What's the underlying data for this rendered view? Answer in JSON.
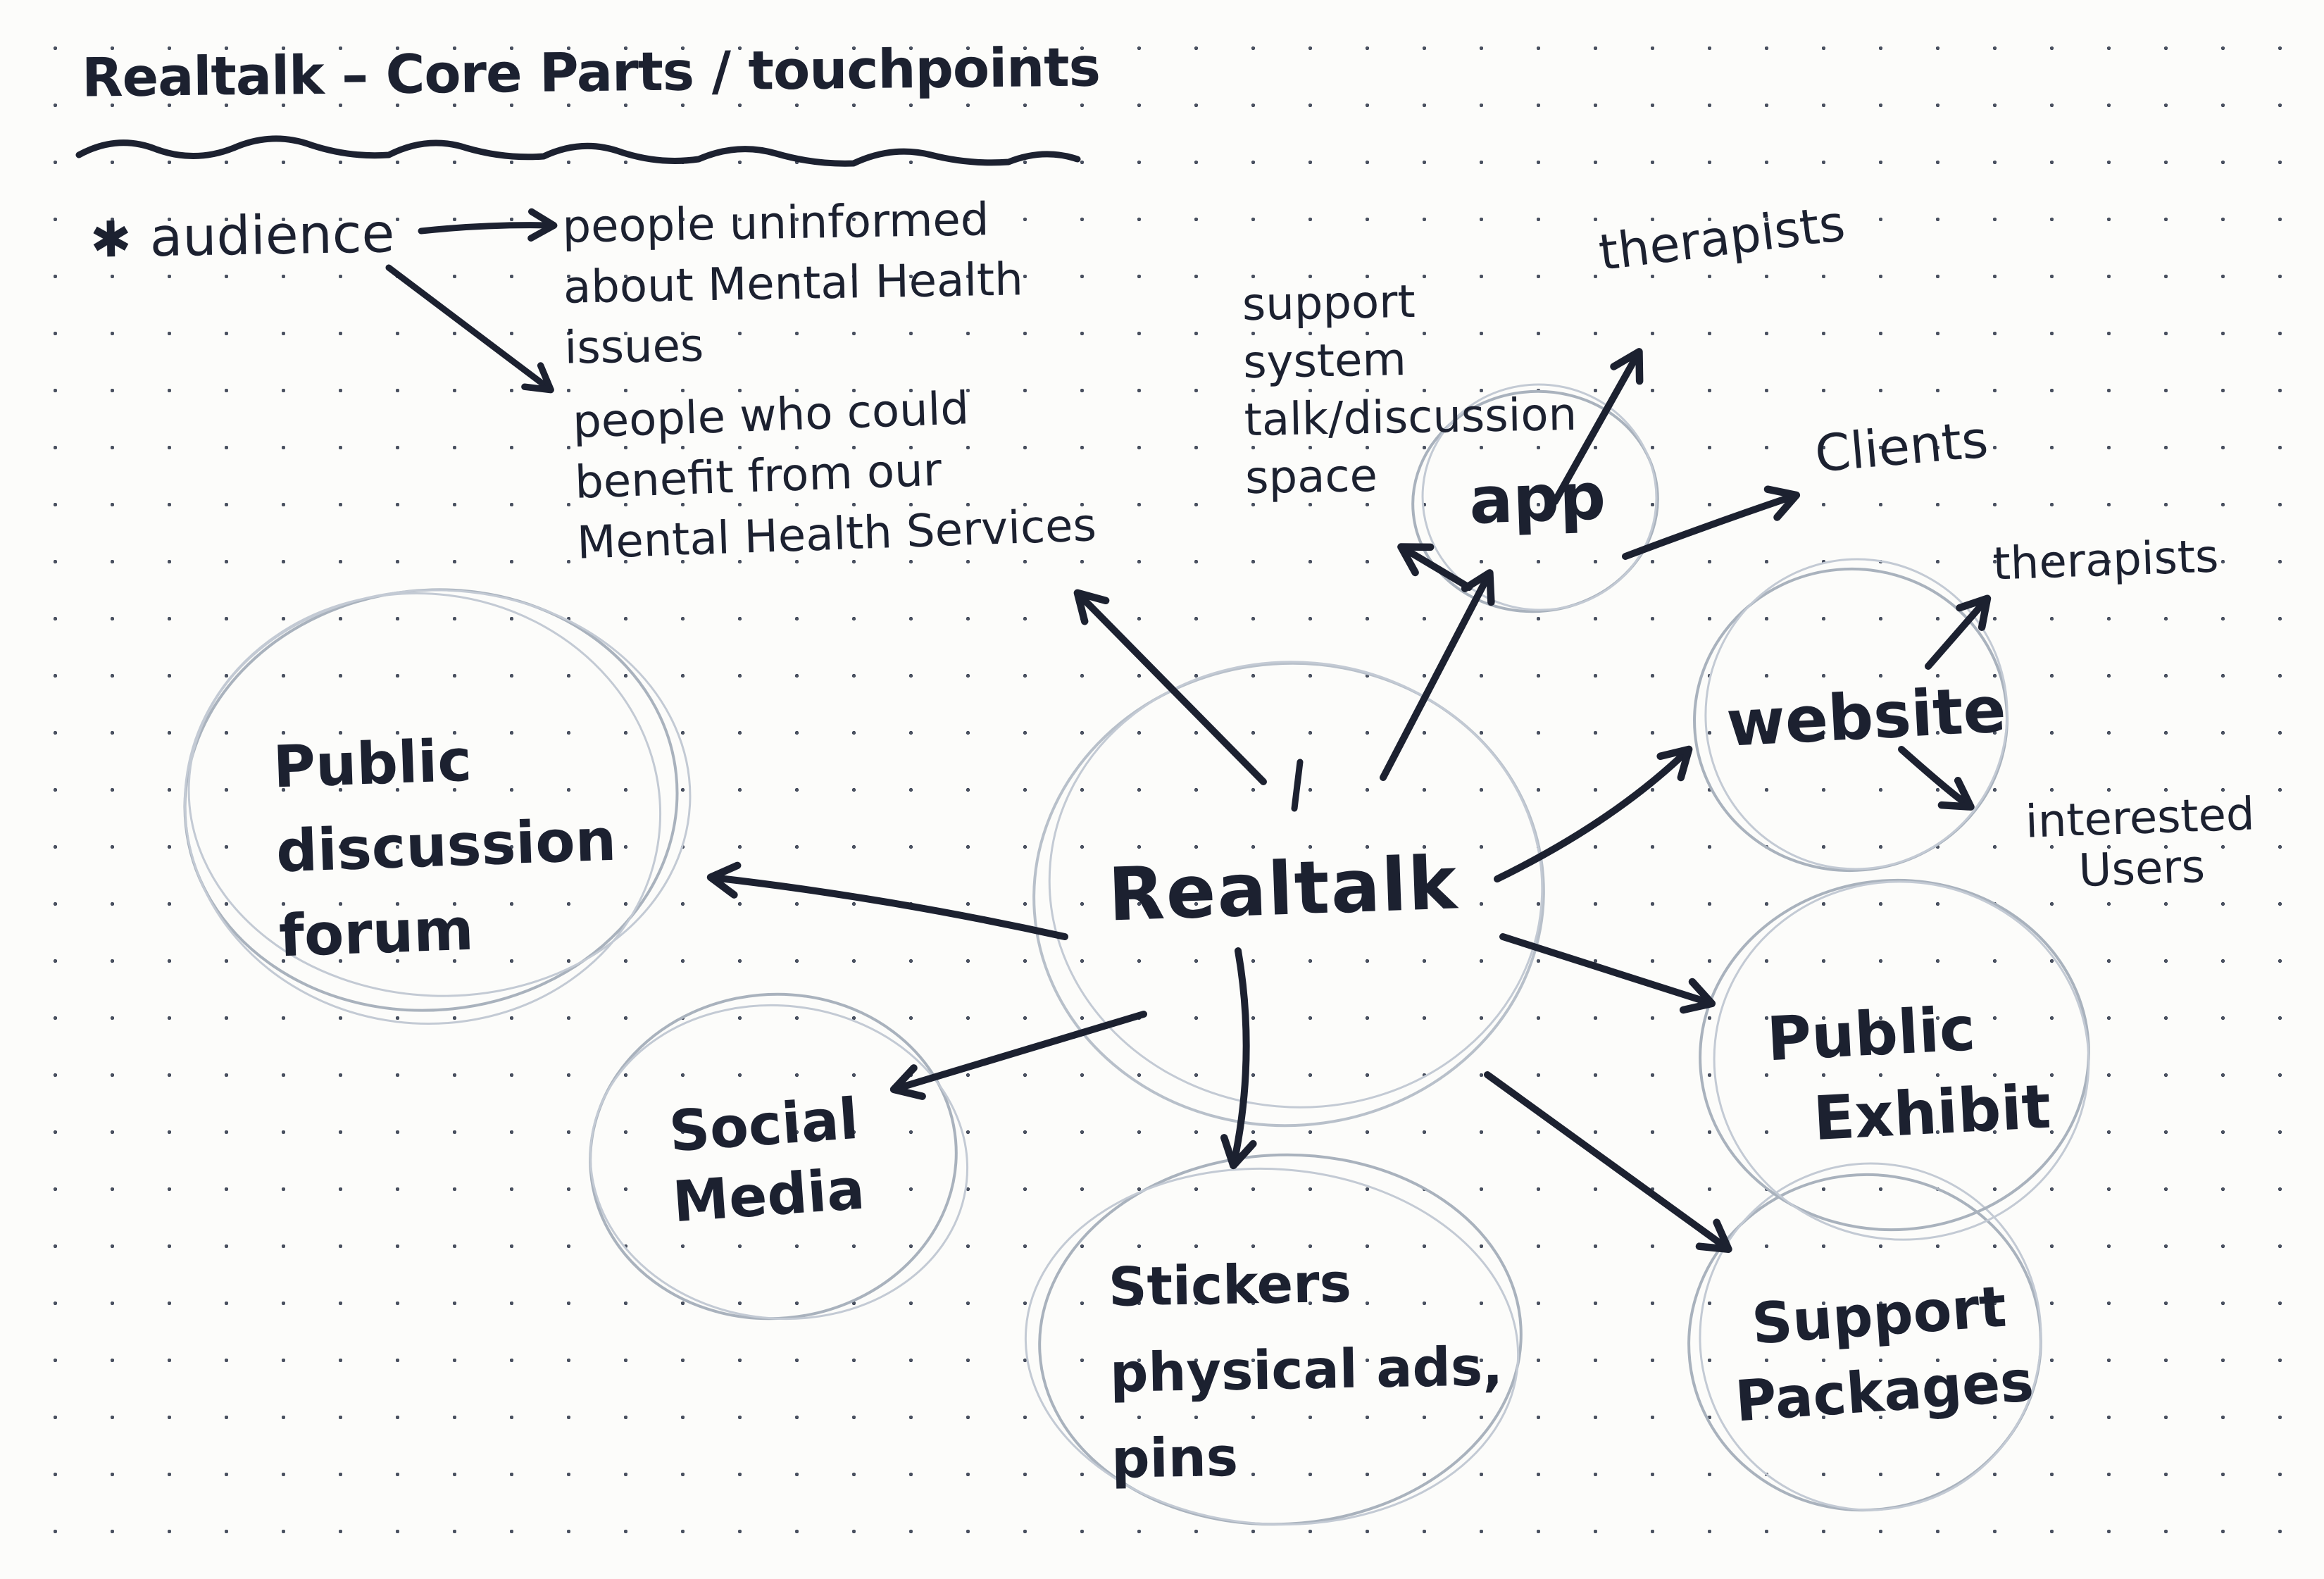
{
  "title": "Realtalk – Core Parts / touchpoints",
  "audience": {
    "bullet": "✱",
    "label": "audience",
    "targets": [
      {
        "text": "people uninformed\nabout Mental Health\nissues"
      },
      {
        "text": "people who could\nbenefit from our\nMental Health Services"
      }
    ]
  },
  "center": {
    "label": "Realtalk"
  },
  "nodes": {
    "forum": {
      "label": "Public\ndiscussion\nforum"
    },
    "social": {
      "label": "Social\nMedia"
    },
    "stickers": {
      "label": "Stickers\nphysical ads,\npins"
    },
    "support_packages": {
      "label": "Support\nPackages"
    },
    "exhibit": {
      "label": "Public\n  Exhibit"
    },
    "website": {
      "label": "website"
    },
    "app": {
      "label": "app"
    }
  },
  "annotations": {
    "app_note": "support\nsystem\ntalk/discussion\nspace",
    "app_therapists": "therapists",
    "app_clients": "Clients",
    "website_therapists": "therapists",
    "website_users": "interested\nUsers"
  },
  "colors": {
    "ink": "#1c2130",
    "pencil": "#a9b2bd",
    "paper": "#fcfcfa",
    "grid_dot": "#4a5160"
  }
}
